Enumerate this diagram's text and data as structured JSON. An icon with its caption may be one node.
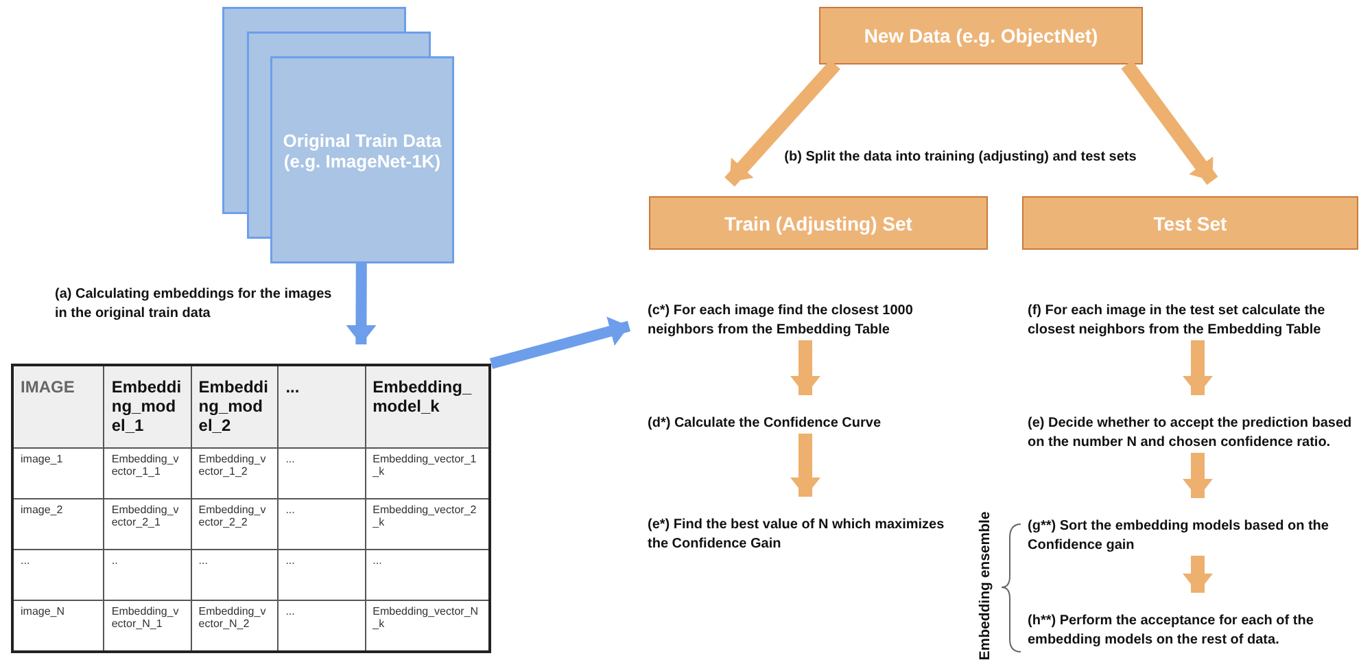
{
  "diagram": {
    "nodes": [
      {
        "text": [
          "Original Train Data (e.g. ImageNet-1K)"
        ]
      },
      {
        "text": [],
        "shape": "box"
      },
      {
        "text": [
          "New Data (e.g. ObjectNet)"
        ]
      },
      {
        "text": [
          "Train (Adjusting) Set"
        ]
      },
      {
        "text": [
          "Test Set"
        ]
      },
      {
        "text": [
          "(c*)  For each image find the closest 1000 neighbors from the Embedding Table"
        ]
      },
      {
        "text": [
          "(d*) Calculate the Confidence Curve"
        ]
      },
      {
        "text": [
          "(e*) Find the best value of N which maximizes the Confidence Gain"
        ]
      },
      {
        "text": [
          "(f)  For each image in the test set calculate the closest neighbors from the Embedding Table"
        ]
      },
      {
        "text": [
          "(e) Decide whether to accept the prediction based on the number N and chosen confidence ratio."
        ]
      },
      {
        "text": [
          "(g**) Sort the embedding models based on the Confidence gain"
        ]
      },
      {
        "text": [
          "(h**) Perform the acceptance for each of the embedding models on the rest of data."
        ]
      }
    ],
    "edges": [
      {
        "from": 0,
        "to": 1,
        "arrow": "to",
        "label": "(a) Calculating embeddings for the images in the original train data",
        "color": "#6d9eeb"
      },
      {
        "from": 1,
        "to": 5,
        "arrow": "to",
        "color": "#6d9eeb"
      },
      {
        "from": 2,
        "to": 3,
        "arrow": "to"
      },
      {
        "from": 2,
        "to": 4,
        "arrow": "to"
      },
      {
        "from": 5,
        "to": 6,
        "arrow": "to"
      },
      {
        "from": 6,
        "to": 7,
        "arrow": "to"
      },
      {
        "from": 8,
        "to": 9,
        "arrow": "to"
      },
      {
        "from": 9,
        "to": 10,
        "arrow": "to"
      },
      {
        "from": 10,
        "to": 11,
        "arrow": "to"
      }
    ],
    "labels": [
      "IMAGE",
      "Embedding_model_1",
      "Embedding_model_2",
      "...",
      "Embedding_model_k",
      "image_1",
      "Embedding_vector_1_1",
      "Embedding_vector_1_2",
      "...",
      "Embedding_vector_1_k",
      "image_2",
      "Embedding_vector_2_1",
      "Embedding_vector_2_2",
      "...",
      "Embedding_vector_2_k",
      "...",
      "..",
      "...",
      "...",
      "...",
      "image_N",
      "Embedding_vector_N_1",
      "Embedding_vector_N_2",
      "...",
      "Embedding_vector_N_k",
      "(b)  Split the data into training (adjusting) and test sets",
      "Embedding ensemble"
    ]
  }
}
